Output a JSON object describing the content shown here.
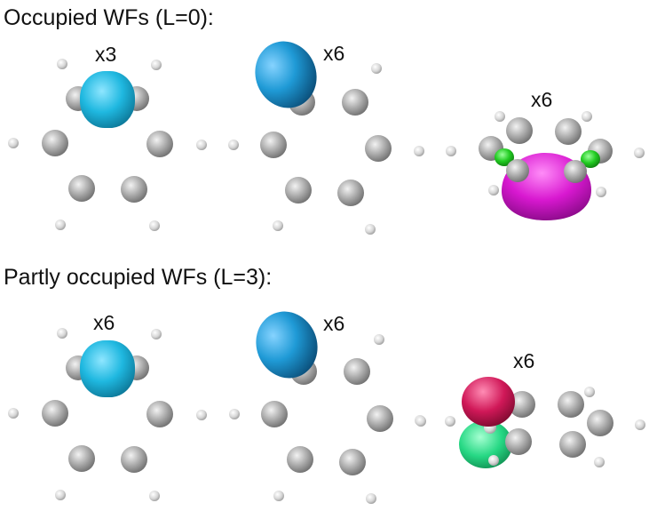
{
  "headings": {
    "occupied": "Occupied WFs (L=0):",
    "partly_occupied": "Partly occupied WFs (L=3):"
  },
  "multiplicities": {
    "top_left": "x3",
    "top_middle": "x6",
    "top_right": "x6",
    "bottom_left": "x6",
    "bottom_middle": "x6",
    "bottom_right": "x6"
  },
  "colors": {
    "atom_large": "#a9a9a9",
    "atom_small": "#d6d6d6",
    "lobe_cyan": "#1fb8e0",
    "lobe_blue": "#1f9ad6",
    "lobe_magenta": "#d818d0",
    "lobe_green": "#22cc22",
    "lobe_crimson": "#d01858",
    "lobe_seagreen": "#26d884"
  }
}
